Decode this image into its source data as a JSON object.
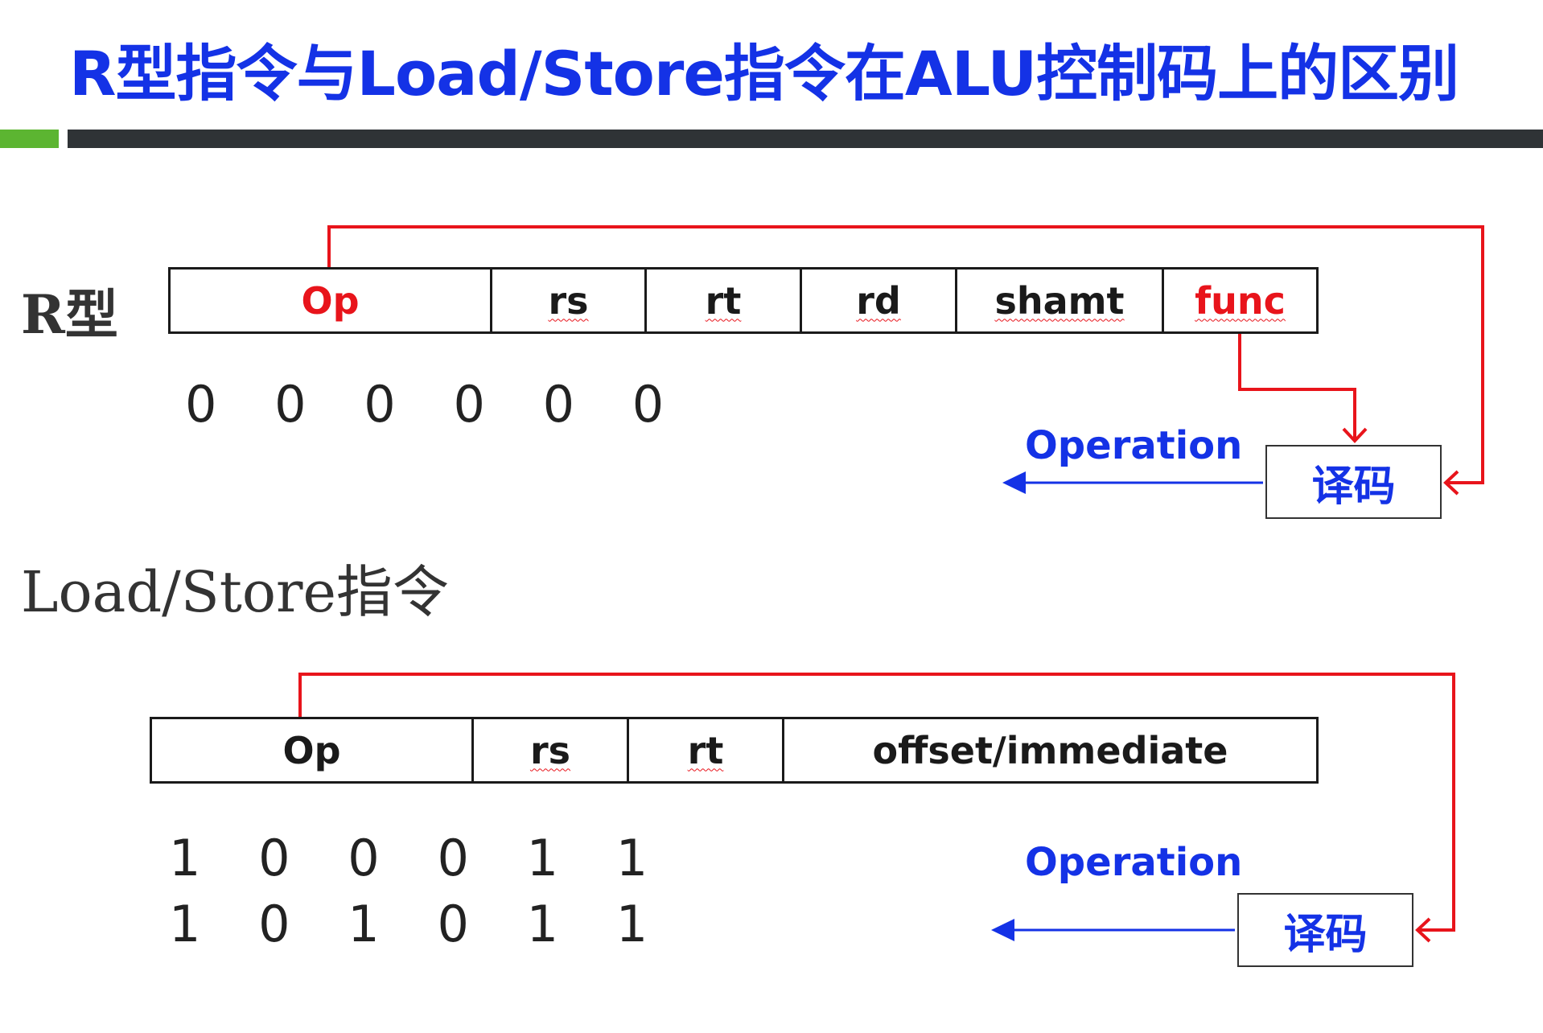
{
  "title": "R型指令与Load/Store指令在ALU控制码上的区别",
  "colors": {
    "title": "#1432e6",
    "accent_red": "#e8141b",
    "accent_blue": "#1432e6",
    "bar_green": "#5cb531",
    "bar_dark": "#2f3336"
  },
  "r_type": {
    "label": "R型",
    "fields": [
      "Op",
      "rs",
      "rt",
      "rd",
      "shamt",
      "func"
    ],
    "op_bits": "0 0 0 0 0 0",
    "operation_label": "Operation",
    "decoder_label": "译码"
  },
  "load_store": {
    "label": "Load/Store指令",
    "fields": [
      "Op",
      "rs",
      "rt",
      "offset/immediate"
    ],
    "op_bits": [
      "1 0 0 0 1 1",
      "1 0 1 0 1 1"
    ],
    "operation_label": "Operation",
    "decoder_label": "译码"
  }
}
